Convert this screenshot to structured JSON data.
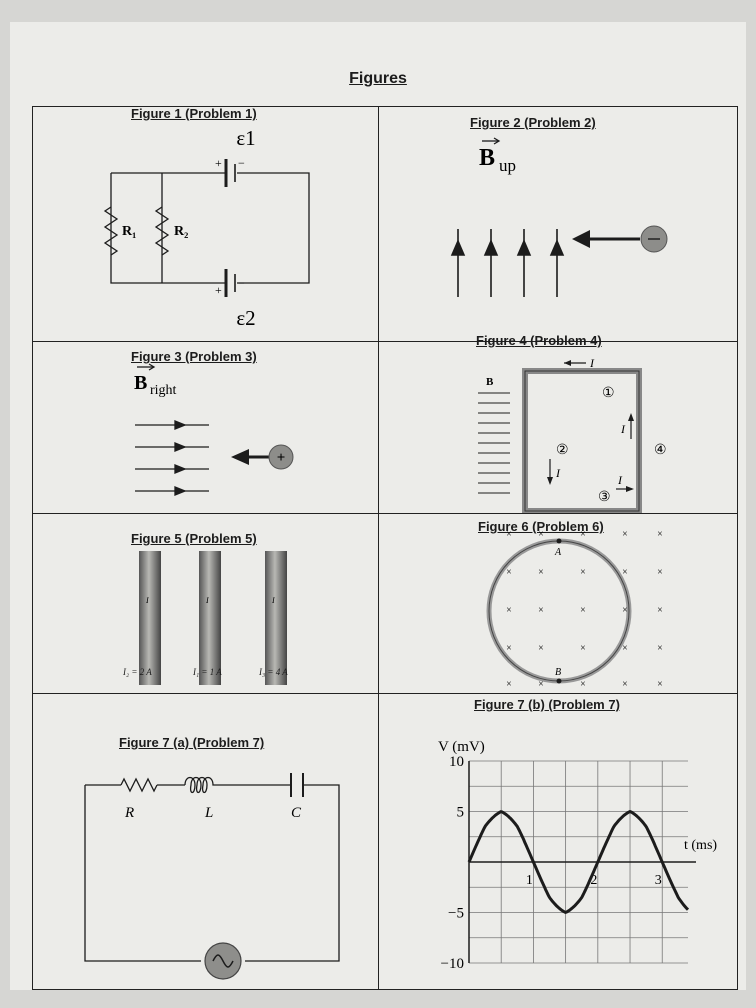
{
  "page": {
    "title": "Figures"
  },
  "fig1": {
    "caption": "Figure 1 (Problem 1)",
    "emf_top": "ε1",
    "emf_bottom": "ε2",
    "plus": "+",
    "minus": "−",
    "r1": "R₁",
    "r2": "R₂"
  },
  "fig2": {
    "caption": "Figure 2 (Problem 2)",
    "field": "B",
    "subscript": "up"
  },
  "fig3": {
    "caption": "Figure 3 (Problem 3)",
    "field": "B",
    "subscript": "right",
    "charge": "+"
  },
  "fig4": {
    "caption": "Figure 4 (Problem 4)",
    "field": "B",
    "current": "I",
    "points": [
      "①",
      "②",
      "③",
      "④"
    ]
  },
  "fig5": {
    "caption": "Figure 5 (Problem 5)",
    "labels": [
      "I₂ = 2 A",
      "I₁ = 1 A",
      "I₃ = 4 A"
    ],
    "current": "I"
  },
  "fig6": {
    "caption": "Figure 6 (Problem 6)",
    "point_a": "A",
    "point_b": "B",
    "cross": "×"
  },
  "fig7a": {
    "caption": "Figure 7 (a) (Problem 7)",
    "r": "R",
    "l": "L",
    "c": "C"
  },
  "fig7b": {
    "caption": "Figure 7 (b) (Problem 7)",
    "ylabel": "V (mV)",
    "xlabel": "t (ms)"
  },
  "chart_data": {
    "type": "line",
    "title": "",
    "xlabel": "t (ms)",
    "ylabel": "V (mV)",
    "ylim": [
      -10,
      10
    ],
    "xlim": [
      0,
      3.4
    ],
    "y_ticks": [
      10,
      5,
      -5,
      -10
    ],
    "x_ticks": [
      1,
      2,
      3
    ],
    "grid": true,
    "series": [
      {
        "x": [
          0,
          0.25,
          0.5,
          0.75,
          1.0,
          1.25,
          1.5,
          1.75,
          2.0,
          2.25,
          2.5,
          2.75,
          3.0,
          3.25,
          3.4
        ],
        "values": [
          0,
          3.5,
          5,
          3.5,
          0,
          -3.5,
          -5,
          -3.5,
          0,
          3.5,
          5,
          3.5,
          0,
          -3.5,
          -4.7
        ]
      }
    ]
  }
}
